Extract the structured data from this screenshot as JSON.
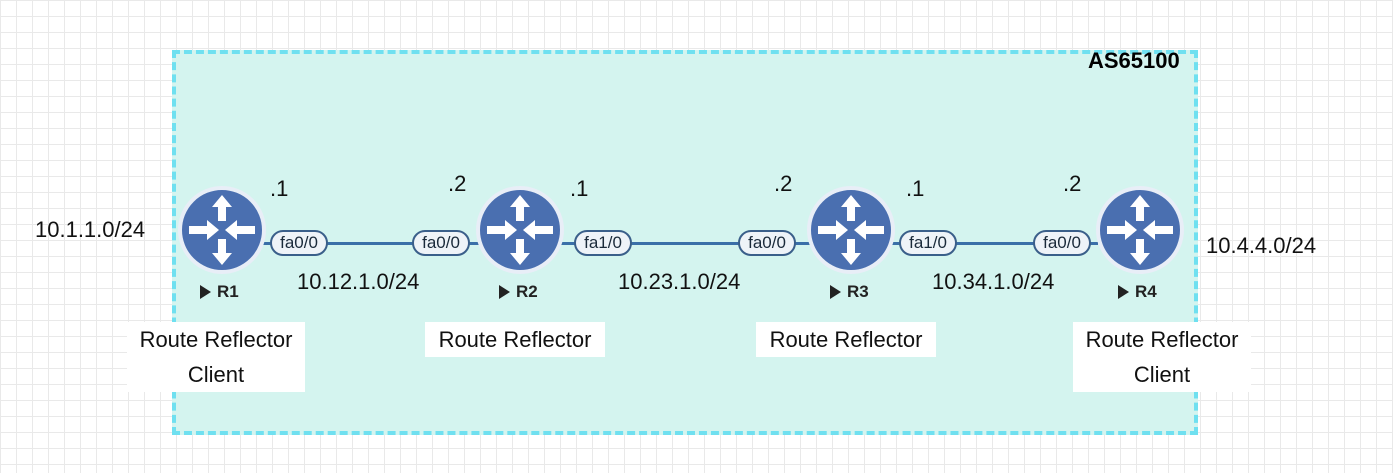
{
  "as_label": "AS65100",
  "routers": [
    {
      "name": "R1",
      "role_line1": "Route Reflector",
      "role_line2": "Client"
    },
    {
      "name": "R2",
      "role_line1": "Route Reflector",
      "role_line2": ""
    },
    {
      "name": "R3",
      "role_line1": "Route Reflector",
      "role_line2": ""
    },
    {
      "name": "R4",
      "role_line1": "Route Reflector",
      "role_line2": "Client"
    }
  ],
  "interfaces": {
    "r1_fa00": "fa0/0",
    "r2_fa00": "fa0/0",
    "r2_fa10": "fa1/0",
    "r3_fa00": "fa0/0",
    "r3_fa10": "fa1/0",
    "r4_fa00": "fa0/0"
  },
  "hosts": {
    "r1_dot1": ".1",
    "r2_dot2": ".2",
    "r2_dot1": ".1",
    "r3_dot2": ".2",
    "r3_dot1": ".1",
    "r4_dot2": ".2"
  },
  "networks": {
    "lan_r1": "10.1.1.0/24",
    "link_r1_r2": "10.12.1.0/24",
    "link_r2_r3": "10.23.1.0/24",
    "link_r3_r4": "10.34.1.0/24",
    "lan_r4": "10.4.4.0/24"
  },
  "colors": {
    "as_fill": "#d4f4ef",
    "as_border": "#6fe0f0",
    "router_fill": "#4a6fb0",
    "link": "#3a6fa8"
  },
  "router_icon": "router-icon"
}
